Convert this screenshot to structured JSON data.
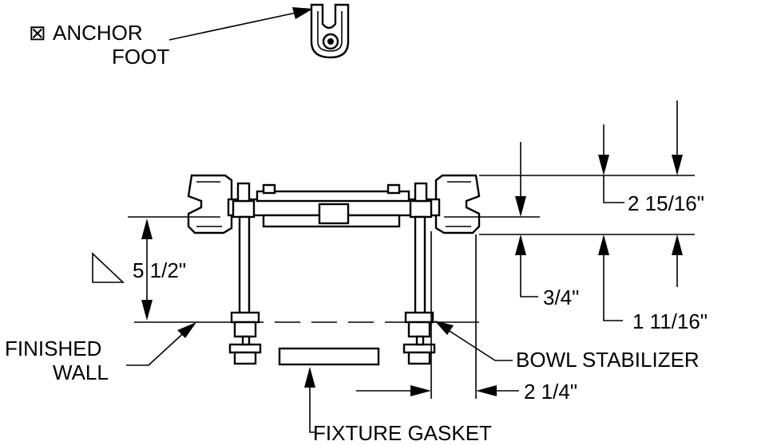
{
  "labels": {
    "anchor_foot_line1": "ANCHOR",
    "anchor_foot_line2": "FOOT",
    "finished_wall_line1": "FINISHED",
    "finished_wall_line2": "WALL",
    "bowl_stabilizer": "BOWL STABILIZER",
    "fixture_gasket": "FIXTURE GASKET"
  },
  "symbols": {
    "boxed_x": "⊠"
  },
  "dimensions": {
    "height_left": "5 1/2\"",
    "top_offset": "2 15/16\"",
    "small_offset": "3/4\"",
    "mid_offset": "1 11/16\"",
    "wall_offset": "2 1/4\""
  },
  "colors": {
    "ink": "#000000",
    "paper": "#ffffff"
  }
}
